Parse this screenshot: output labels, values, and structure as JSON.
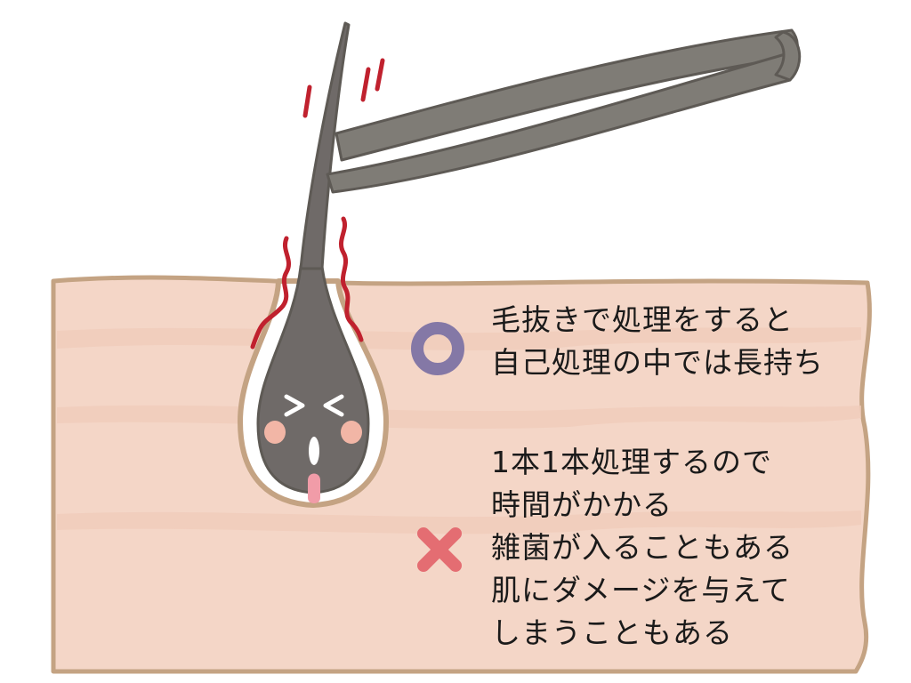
{
  "colors": {
    "skin_fill": "#f4d6c7",
    "skin_band": "#f0cbb9",
    "skin_outline": "#c4a383",
    "follicle_fill": "#ffffff",
    "hair": "#6f6a68",
    "tweezers": "#7f7c76",
    "tweezers_outline": "#5e5a55",
    "stress_marks": "#c0212e",
    "cheeks": "#f2b6a6",
    "tongue": "#f19ca8",
    "circle_mark": "#8478a6",
    "cross_mark": "#e46d72",
    "text": "#1a1a1a"
  },
  "icons": {
    "pro": "circle-mark-icon",
    "con": "cross-mark-icon"
  },
  "pros": {
    "lines": [
      "毛抜きで処理をすると",
      "自己処理の中では長持ち"
    ]
  },
  "cons": {
    "lines": [
      "1本1本処理するので",
      "時間がかかる",
      "雑菌が入ることもある",
      "肌にダメージを与えて",
      "しまうこともある"
    ]
  }
}
